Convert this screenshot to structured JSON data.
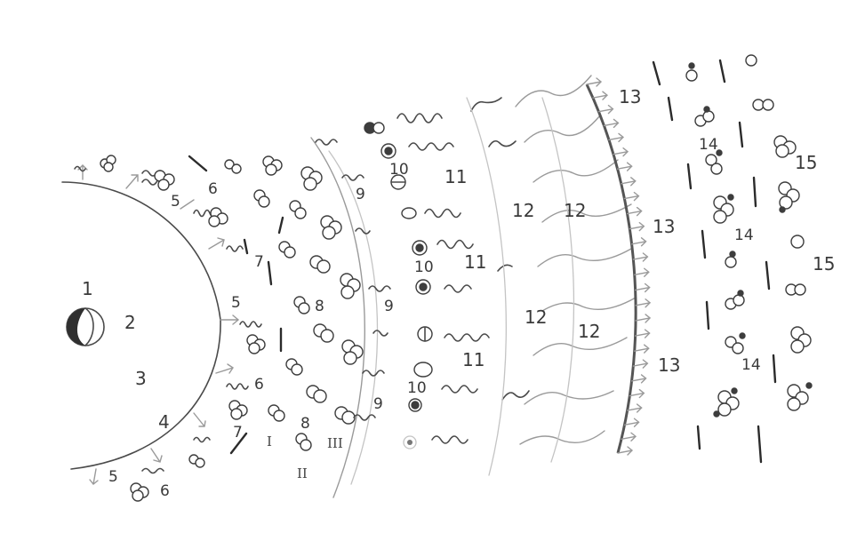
{
  "labels": {
    "l1": "1",
    "l2": "2",
    "l3": "3",
    "l4": "4",
    "l5a": "5",
    "l5b": "5",
    "l5c": "5",
    "l6a": "6",
    "l6b": "6",
    "l6c": "6",
    "l7a": "7",
    "l7b": "7",
    "l8a": "8",
    "l8b": "8",
    "l9a": "9",
    "l9b": "9",
    "l9c": "9",
    "l10a": "10",
    "l10b": "10",
    "l10c": "10",
    "l11a": "11",
    "l11b": "11",
    "l11c": "11",
    "l12a": "12",
    "l12b": "12",
    "l12c": "12",
    "l12d": "12",
    "l13a": "13",
    "l13b": "13",
    "l13c": "13",
    "l14a": "14",
    "l14b": "14",
    "l14c": "14",
    "l15a": "15",
    "l15b": "15",
    "rI": "I",
    "rII": "II",
    "rIII": "III"
  }
}
